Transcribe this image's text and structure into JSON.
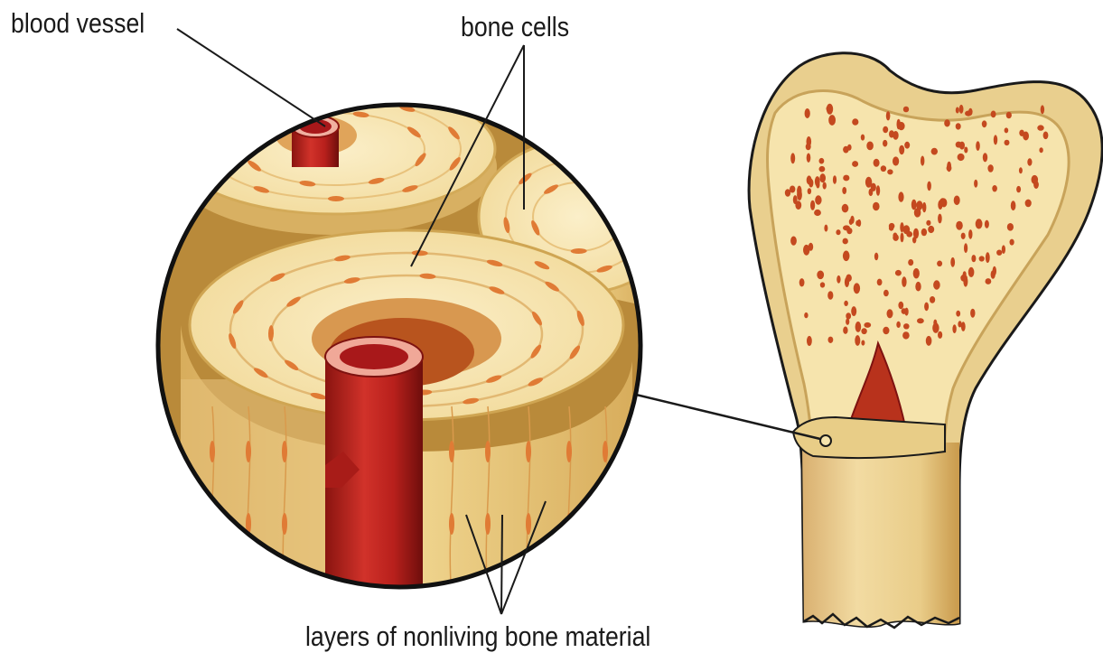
{
  "labels": {
    "blood_vessel": "blood vessel",
    "bone_cells": "bone cells",
    "layers": "layers of nonliving bone material"
  },
  "colors": {
    "bone_light": "#f7e6b4",
    "bone_mid": "#e9c97c",
    "bone_shadow": "#c99a4c",
    "vessel": "#b8201c",
    "vessel_dark": "#7e1210",
    "cell": "#e07b35",
    "spongy_hole": "#c4491f",
    "outline": "#1a1a1a"
  }
}
